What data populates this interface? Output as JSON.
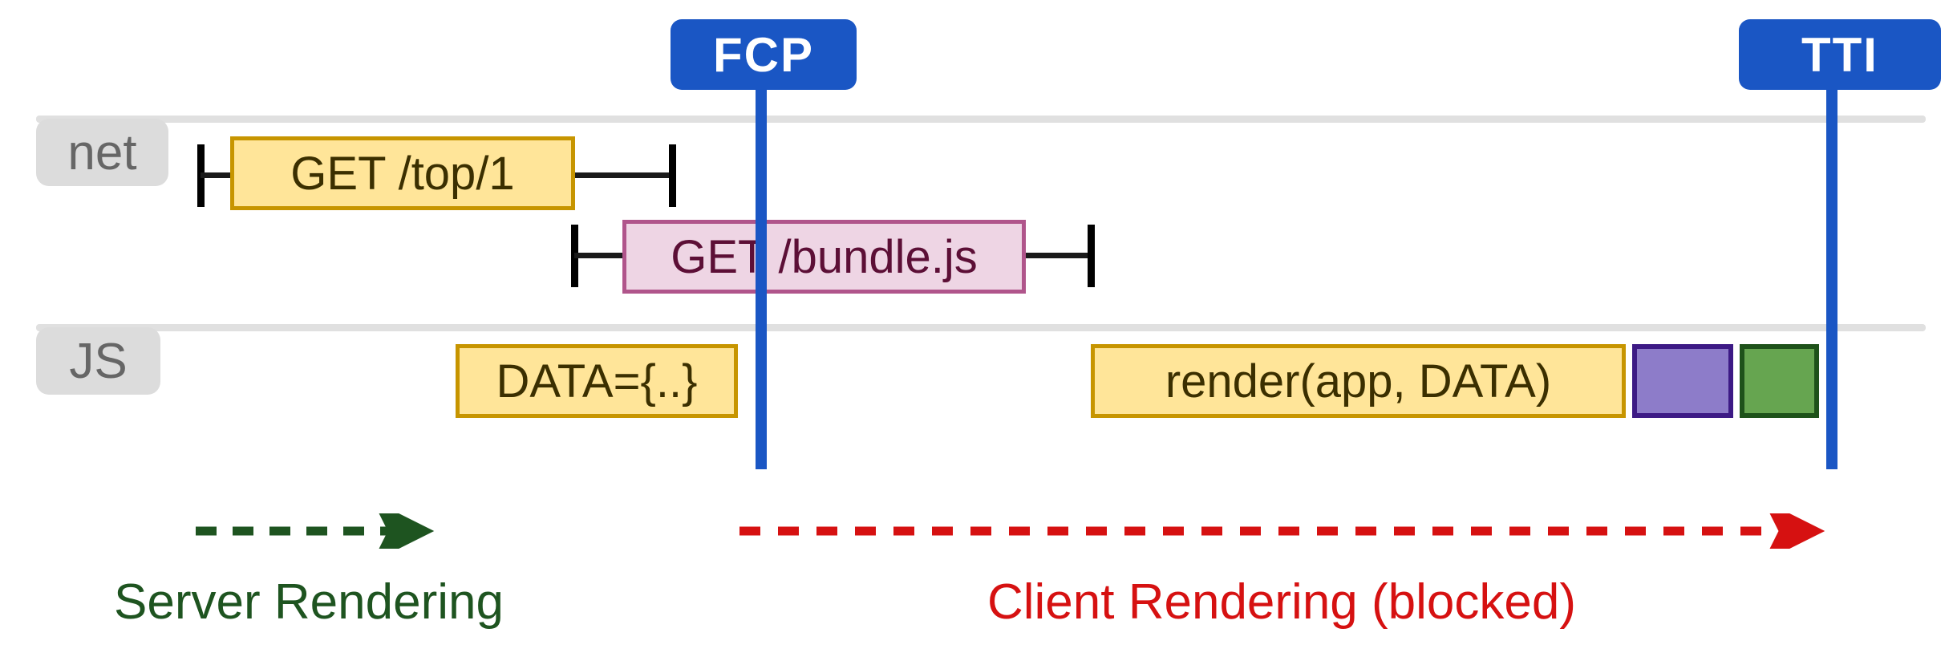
{
  "diagram": {
    "title": "Server Rendering vs Client Rendering timeline",
    "colors": {
      "marker": "#1a56c4",
      "lane_rule": "#e0e0e0",
      "lane_chip": "#dcdcdc",
      "lane_chip_text": "#666666",
      "bar_yellow_fill": "#ffe599",
      "bar_yellow_stroke": "#c79500",
      "bar_pink_fill": "#eed5e4",
      "bar_pink_stroke": "#b0558b",
      "bar_purple_fill": "#8d7cc9",
      "bar_purple_stroke": "#3d1a85",
      "bar_green_fill": "#66a550",
      "bar_green_stroke": "#1e521a",
      "server_phase": "#1e5420",
      "client_phase": "#d61111"
    }
  },
  "markers": [
    {
      "id": "fcp",
      "label": "FCP"
    },
    {
      "id": "tti",
      "label": "TTI"
    }
  ],
  "lanes": [
    {
      "id": "net",
      "label": "net"
    },
    {
      "id": "js",
      "label": "JS"
    }
  ],
  "bars": {
    "get_top": "GET /top/1",
    "get_bundle": "GET /bundle.js",
    "data_assign": "DATA={..}",
    "render_call": "render(app, DATA)",
    "purple_block": "",
    "green_block": ""
  },
  "phases": [
    {
      "id": "server",
      "label": "Server Rendering"
    },
    {
      "id": "client",
      "label": "Client Rendering (blocked)"
    }
  ]
}
